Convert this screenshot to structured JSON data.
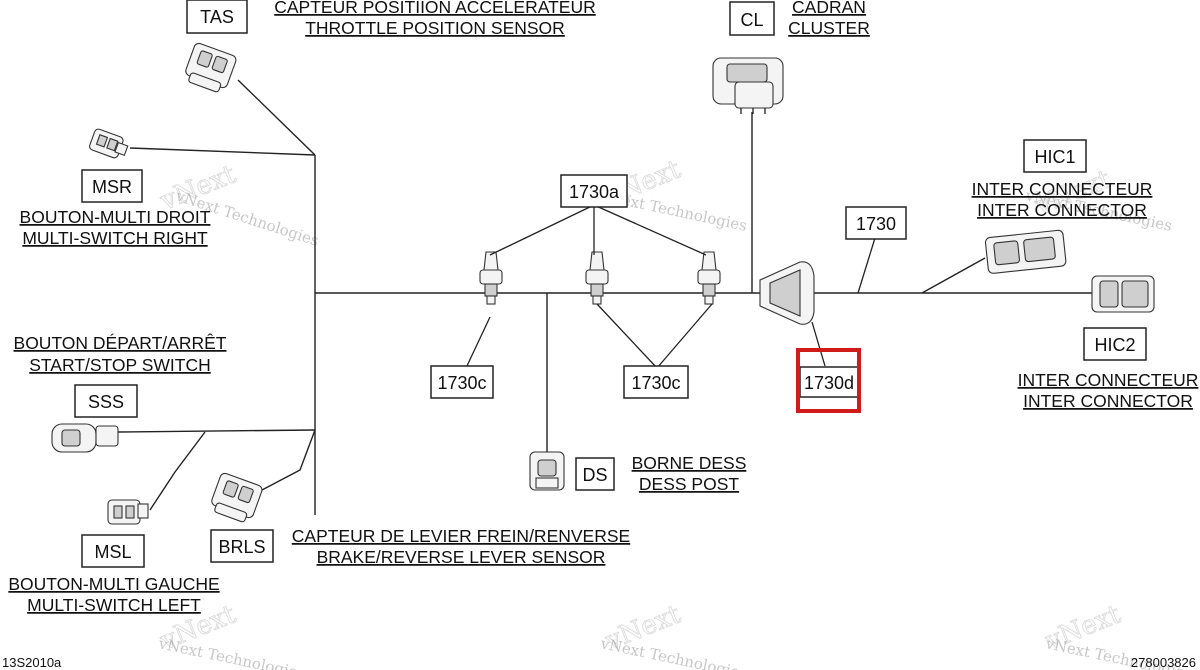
{
  "connectors": {
    "tas": {
      "code": "TAS",
      "fr": "CAPTEUR POSITIION ACCÉLÉRATEUR",
      "en": "THROTTLE POSITION SENSOR"
    },
    "cl": {
      "code": "CL",
      "fr": "CADRAN",
      "en": "CLUSTER"
    },
    "msr": {
      "code": "MSR",
      "fr": "BOUTON-MULTI DROIT",
      "en": "MULTI-SWITCH RIGHT"
    },
    "hic1": {
      "code": "HIC1",
      "fr": "INTER CONNECTEUR",
      "en": "INTER CONNECTOR"
    },
    "hic2": {
      "code": "HIC2",
      "fr": "INTER CONNECTEUR",
      "en": "INTER CONNECTOR"
    },
    "sss": {
      "code": "SSS",
      "fr": "BOUTON DÉPART/ARRÊT",
      "en": "START/STOP SWITCH"
    },
    "ds": {
      "code": "DS",
      "fr": "BORNE DESS",
      "en": "DESS POST"
    },
    "brls": {
      "code": "BRLS",
      "fr": "CAPTEUR DE LEVIER FREIN/RENVERSE",
      "en": "BRAKE/REVERSE LEVER SENSOR"
    },
    "msl": {
      "code": "MSL",
      "fr": "BOUTON-MULTI GAUCHE",
      "en": "MULTI-SWITCH LEFT"
    }
  },
  "callouts": {
    "c1730": "1730",
    "c1730a": "1730a",
    "c1730c_left": "1730c",
    "c1730c_right": "1730c",
    "c1730d": "1730d"
  },
  "highlight": {
    "target": "1730d",
    "color": "#d11a1a"
  },
  "watermark": {
    "text": "vNext Technologies",
    "short": "vNext"
  },
  "footer": {
    "left_ref": "13S2010a",
    "right_ref": "278003826"
  }
}
